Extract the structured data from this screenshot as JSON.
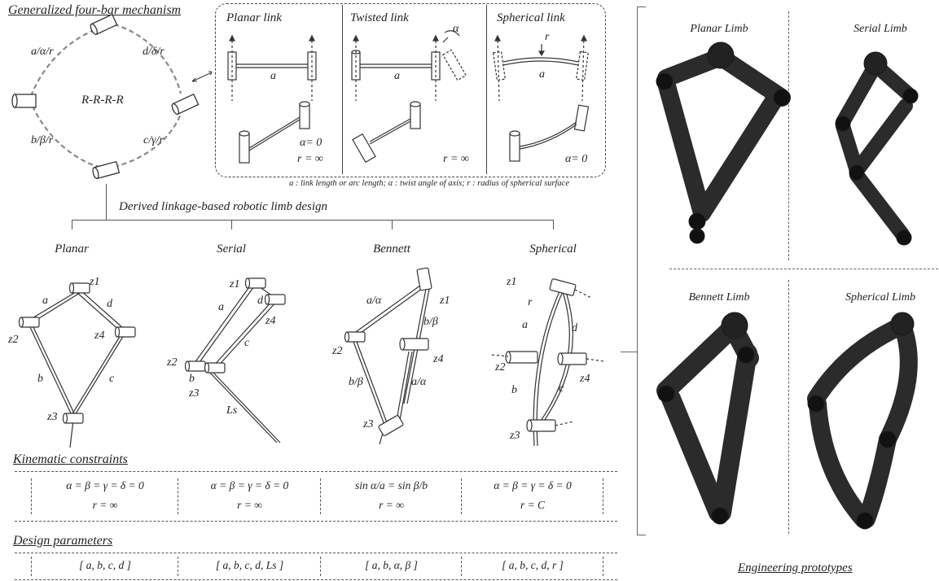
{
  "header": {
    "generalized": "Generalized four-bar mechanism",
    "rrrr": "R-R-R-R",
    "edge_labels": [
      "a/α/r",
      "d/δ/r",
      "b/β/r",
      "c/γ/r"
    ]
  },
  "link_types": [
    {
      "title": "Planar link",
      "length_label": "a",
      "alpha": "α= 0",
      "r": "r = ∞"
    },
    {
      "title": "Twisted link",
      "length_label": "a",
      "alpha_label": "α",
      "r": "r = ∞"
    },
    {
      "title": "Spherical link",
      "length_label": "a",
      "r_label": "r",
      "alpha": "α= 0"
    }
  ],
  "legend_note": "a : link length or arc length; α : twist angle of axis; r : radius of spherical surface",
  "derived_title": "Derived linkage-based robotic limb design",
  "designs": [
    {
      "name": "Planar",
      "constraint_1": "α = β = γ = δ = 0",
      "constraint_2": "r = ∞",
      "params": "[ a, b, c, d ]"
    },
    {
      "name": "Serial",
      "constraint_1": "α = β = γ = δ = 0",
      "constraint_2": "r = ∞",
      "params": "[ a, b, c, d, Ls ]"
    },
    {
      "name": "Bennett",
      "constraint_1": "sin α/a = sin β/b",
      "constraint_2": "r = ∞",
      "params": "[ a, b, α, β ]"
    },
    {
      "name": "Spherical",
      "constraint_1": "α = β = γ = δ = 0",
      "constraint_2": "r = C",
      "params": "[ a, b, c, d, r ]"
    }
  ],
  "diagram_labels": {
    "planar": [
      "z1",
      "a",
      "d",
      "z2",
      "z4",
      "b",
      "c",
      "z3"
    ],
    "serial": [
      "z1",
      "a",
      "d",
      "z4",
      "z2",
      "c",
      "b",
      "z3",
      "Ls"
    ],
    "bennett": [
      "a/α",
      "z1",
      "b/β",
      "z2",
      "z4",
      "b/β",
      "a/α",
      "z3"
    ],
    "spherical": [
      "z1",
      "r",
      "a",
      "d",
      "z2",
      "z4",
      "b",
      "c",
      "z3"
    ]
  },
  "sections": {
    "kinematic": "Kinematic constraints",
    "design": "Design parameters"
  },
  "prototypes": {
    "titles": [
      "Planar Limb",
      "Serial Limb",
      "Bennett Limb",
      "Spherical Limb"
    ],
    "caption": "Engineering prototypes"
  }
}
